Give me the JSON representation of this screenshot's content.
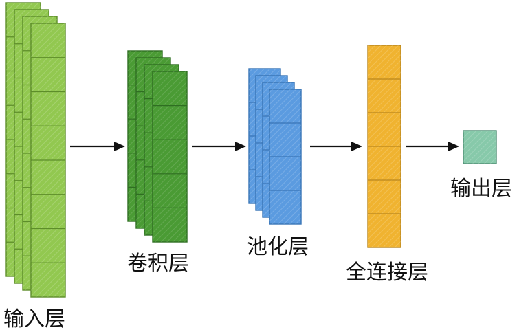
{
  "layers": [
    {
      "id": "input",
      "label": "输入层",
      "fill": "#92c850",
      "stroke": "#5d8d2a"
    },
    {
      "id": "conv",
      "label": "卷积层",
      "fill": "#4a9b34",
      "stroke": "#2f6e22"
    },
    {
      "id": "pool",
      "label": "池化层",
      "fill": "#5b9be0",
      "stroke": "#3975b6"
    },
    {
      "id": "fc",
      "label": "全连接层",
      "fill": "#f0b330",
      "stroke": "#b9861c"
    },
    {
      "id": "output",
      "label": "输出层",
      "fill": "#87c9aa",
      "stroke": "#4f8f74"
    }
  ]
}
